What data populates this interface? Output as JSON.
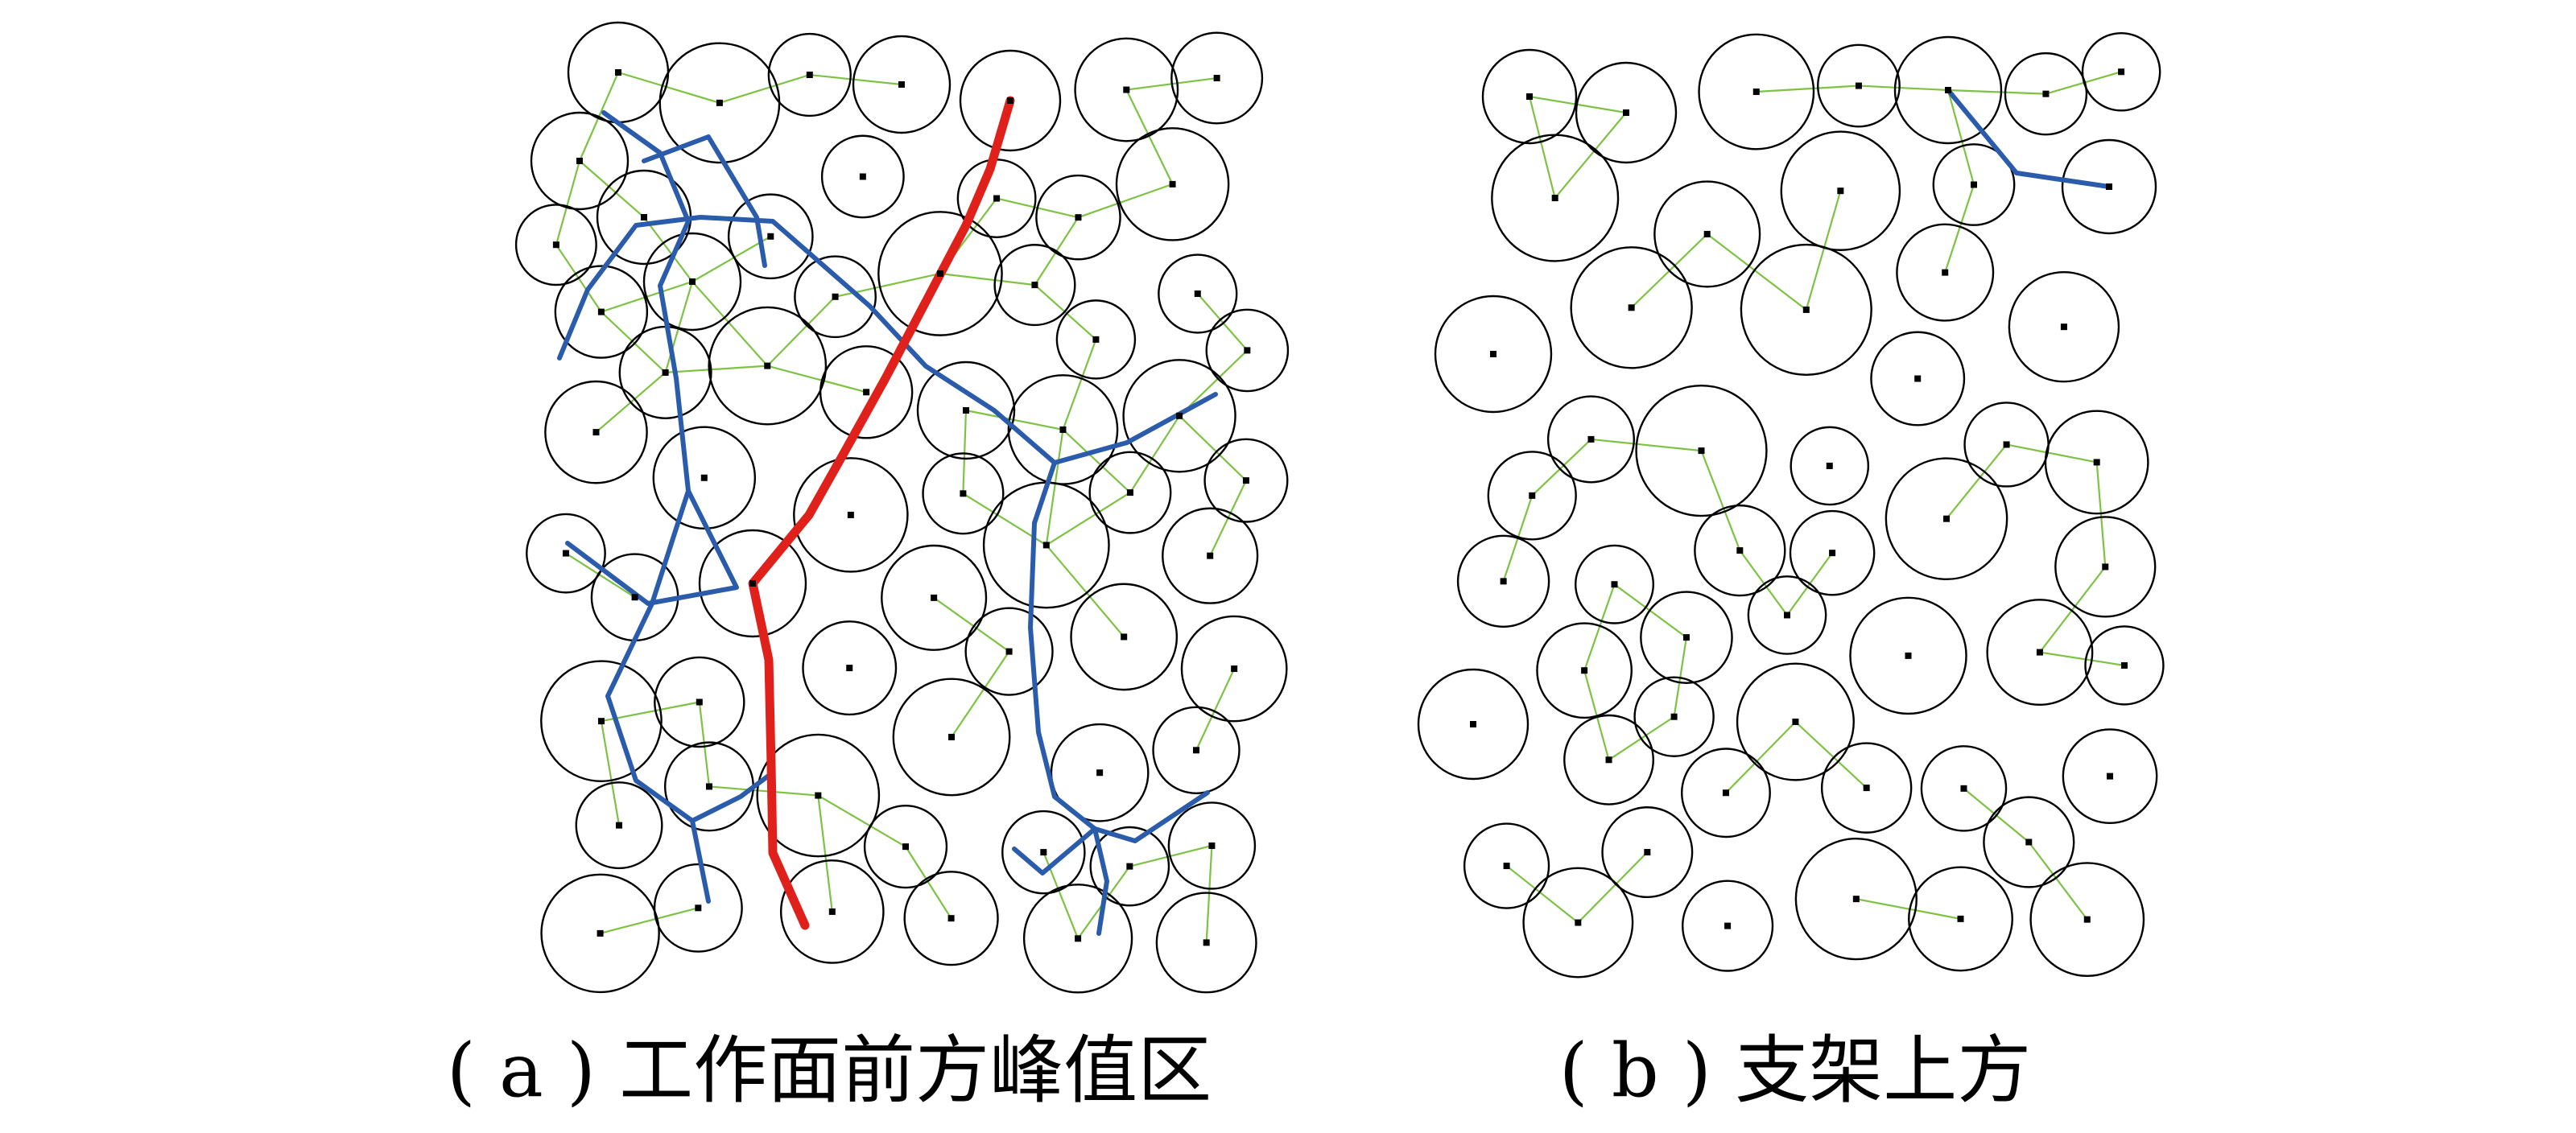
{
  "panels": [
    {
      "id": "a",
      "caption": "( a ) 工作面前方峰值区",
      "colors": {
        "circle": "#000000",
        "contact": "#7dc243",
        "force_chain": "#2b5cab",
        "strong_chain": "#e0201b"
      }
    },
    {
      "id": "b",
      "caption": "( b ) 支架上方",
      "colors": {
        "circle": "#000000",
        "contact": "#7dc243",
        "force_chain": "#2b5cab"
      }
    }
  ]
}
